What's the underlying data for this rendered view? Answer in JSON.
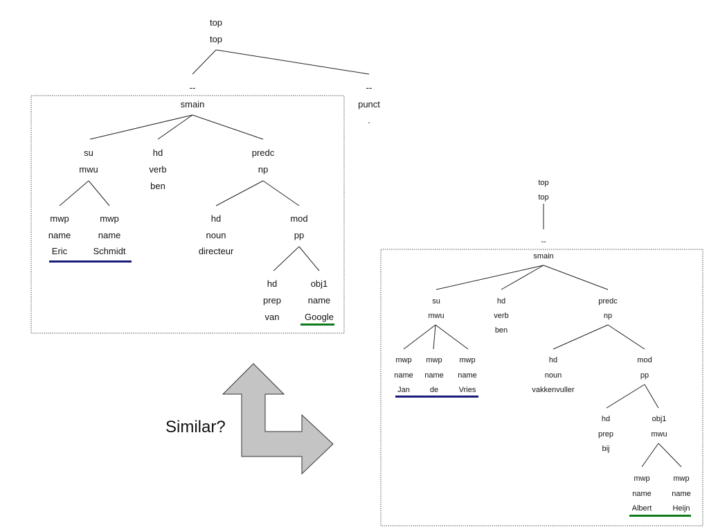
{
  "question": "Similar?",
  "colors": {
    "entity_person": "#1a1a7a",
    "entity_organization": "#0f7a1a",
    "arrow_fill": "#c4c4c4",
    "arrow_stroke": "#333333"
  },
  "tree1": {
    "top_rel": "top",
    "top_cat": "top",
    "smain_rel": "--",
    "smain_cat": "smain",
    "punct_rel": "--",
    "punct_cat": "punct",
    "punct_word": ".",
    "su_rel": "su",
    "su_cat": "mwu",
    "mwp1_rel": "mwp",
    "mwp1_cat": "name",
    "mwp1_word": "Eric",
    "mwp2_rel": "mwp",
    "mwp2_cat": "name",
    "mwp2_word": "Schmidt",
    "hd_rel": "hd",
    "hd_cat": "verb",
    "hd_word": "ben",
    "predc_rel": "predc",
    "predc_cat": "np",
    "nhd_rel": "hd",
    "nhd_cat": "noun",
    "nhd_word": "directeur",
    "mod_rel": "mod",
    "mod_cat": "pp",
    "phd_rel": "hd",
    "phd_cat": "prep",
    "phd_word": "van",
    "obj_rel": "obj1",
    "obj_cat": "name",
    "obj_word": "Google"
  },
  "tree2": {
    "top_rel": "top",
    "top_cat": "top",
    "smain_rel": "--",
    "smain_cat": "smain",
    "su_rel": "su",
    "su_cat": "mwu",
    "mwp1_rel": "mwp",
    "mwp1_cat": "name",
    "mwp1_word": "Jan",
    "mwp2_rel": "mwp",
    "mwp2_cat": "name",
    "mwp2_word": "de",
    "mwp3_rel": "mwp",
    "mwp3_cat": "name",
    "mwp3_word": "Vries",
    "hd_rel": "hd",
    "hd_cat": "verb",
    "hd_word": "ben",
    "predc_rel": "predc",
    "predc_cat": "np",
    "nhd_rel": "hd",
    "nhd_cat": "noun",
    "nhd_word": "vakkenvuller",
    "mod_rel": "mod",
    "mod_cat": "pp",
    "phd_rel": "hd",
    "phd_cat": "prep",
    "phd_word": "bij",
    "obj_rel": "obj1",
    "obj_cat": "mwu",
    "omwp1_rel": "mwp",
    "omwp1_cat": "name",
    "omwp1_word": "Albert",
    "omwp2_rel": "mwp",
    "omwp2_cat": "name",
    "omwp2_word": "Heijn"
  }
}
